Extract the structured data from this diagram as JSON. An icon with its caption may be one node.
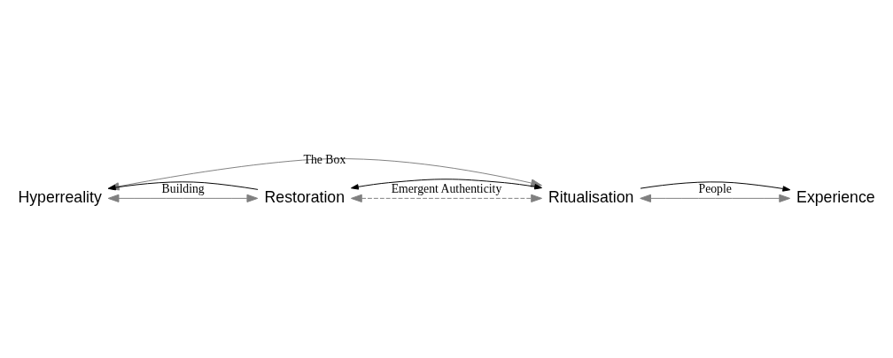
{
  "diagram": {
    "nodes": [
      {
        "text": [
          "Hyperreality"
        ]
      },
      {
        "text": [
          "Restoration"
        ]
      },
      {
        "text": [
          "Ritualisation"
        ]
      },
      {
        "text": [
          "Experience"
        ]
      }
    ],
    "edges": [
      {
        "from": 0,
        "to": 2,
        "arrow": "both",
        "label": "The Box"
      },
      {
        "from": 2,
        "to": 3,
        "arrow": "both",
        "label": "People"
      },
      {
        "from": 0,
        "to": 1,
        "arrow": "both",
        "label": "Building"
      },
      {
        "from": 1,
        "to": 2,
        "arrow": "both",
        "label": "Emergent Authenticity",
        "style": "dashed"
      },
      {
        "from": 1,
        "to": 0,
        "arrow": "to",
        "color": "#000000"
      },
      {
        "from": 1,
        "to": 2,
        "arrow": "both",
        "color": "#000000"
      },
      {
        "from": 2,
        "to": 3,
        "arrow": "to",
        "color": "#000000"
      }
    ]
  }
}
